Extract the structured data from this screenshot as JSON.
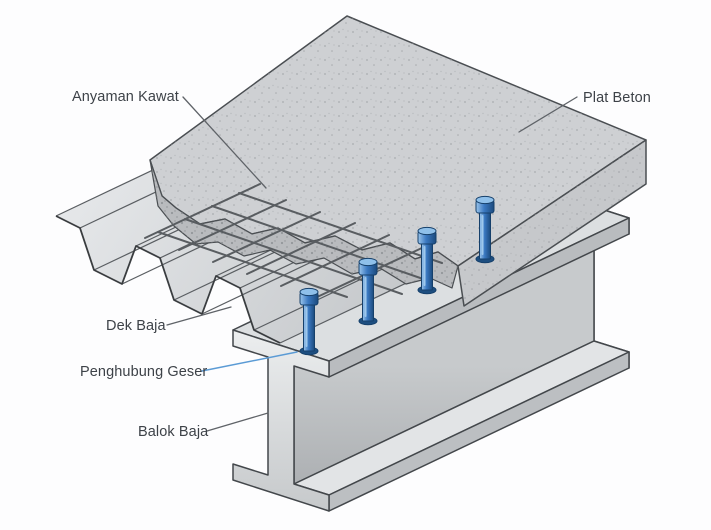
{
  "diagram": {
    "labels": {
      "anyaman_kawat": "Anyaman Kawat",
      "plat_beton": "Plat Beton",
      "dek_baja": "Dek Baja",
      "penghubung_geser": "Penghubung Geser",
      "balok_baja": "Balok Baja"
    },
    "colors": {
      "stud_blue": "#2e6db4",
      "stud_blue_dark": "#1d4e80",
      "stud_blue_light": "#9cc6ec",
      "leader_gray": "#5f6368",
      "leader_blue": "#5b9bd5",
      "concrete_gray": "#ced0d3",
      "concrete_cut_gray": "#b9bbbe",
      "steel_light": "#eceeef",
      "steel_mid": "#c9ccce",
      "outline_dark": "#43474b"
    }
  }
}
